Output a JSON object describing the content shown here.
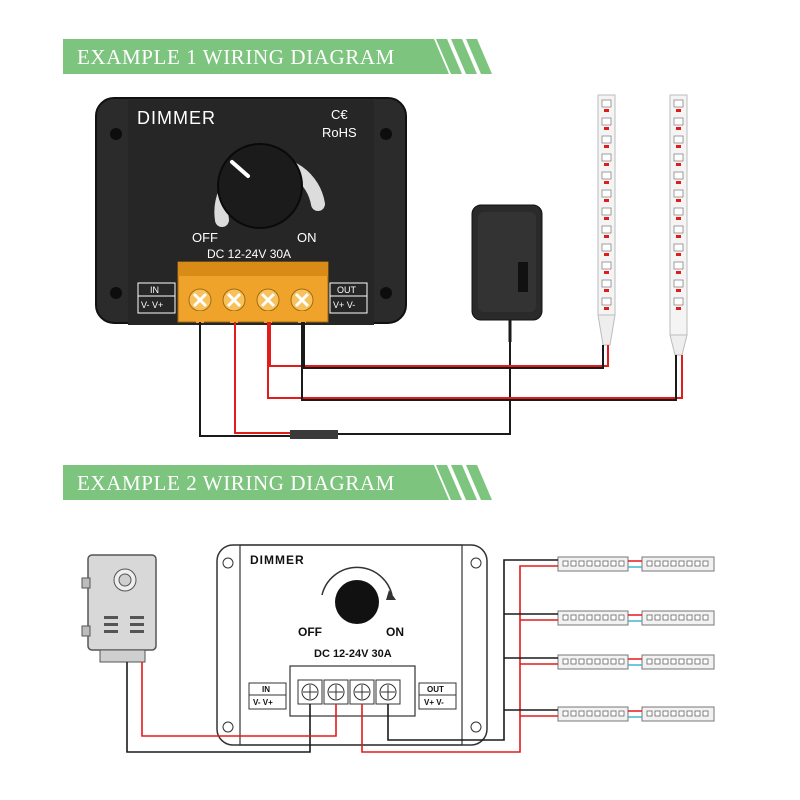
{
  "example1": {
    "banner": "EXAMPLE 1 WIRING DIAGRAM",
    "dimmer_title": "DIMMER",
    "ce_mark": "C€",
    "rohs": "RoHS",
    "off_label": "OFF",
    "on_label": "ON",
    "rating": "DC 12-24V 30A",
    "in_label": "IN",
    "in_terminals": "V- V+",
    "out_label": "OUT",
    "out_terminals": "V+ V-"
  },
  "example2": {
    "banner": "EXAMPLE 2 WIRING DIAGRAM",
    "dimmer_title": "DIMMER",
    "off_label": "OFF",
    "on_label": "ON",
    "rating": "DC 12-24V 30A",
    "in_label": "IN",
    "in_terminals": "V- V+",
    "out_label": "OUT",
    "out_terminals": "V+ V-"
  },
  "colors": {
    "banner_green": "#7dc47e",
    "wire_red": "#e21b1b",
    "wire_black": "#1a1a1a",
    "terminal_orange": "#f0a32a",
    "device_body": "#2b2b2b"
  }
}
